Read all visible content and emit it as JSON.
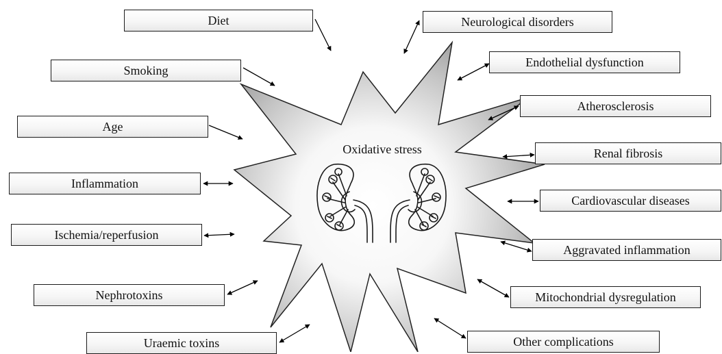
{
  "center": {
    "label": "Oxidative stress"
  },
  "causes": [
    {
      "label": "Diet"
    },
    {
      "label": "Smoking"
    },
    {
      "label": "Age"
    },
    {
      "label": "Inflammation"
    },
    {
      "label": "Ischemia/reperfusion"
    },
    {
      "label": "Nephrotoxins"
    },
    {
      "label": "Uraemic toxins"
    }
  ],
  "consequences": [
    {
      "label": "Neurological disorders"
    },
    {
      "label": "Endothelial dysfunction"
    },
    {
      "label": "Atherosclerosis"
    },
    {
      "label": "Renal fibrosis"
    },
    {
      "label": "Cardiovascular diseases"
    },
    {
      "label": "Aggravated inflammation"
    },
    {
      "label": "Mitochondrial dysregulation"
    },
    {
      "label": "Other complications"
    }
  ],
  "colors": {
    "box_border": "#1a1a1a",
    "star_dark": "#8a8a8a",
    "star_light": "#ffffff"
  },
  "icons": [
    "kidney-pair-icon"
  ]
}
